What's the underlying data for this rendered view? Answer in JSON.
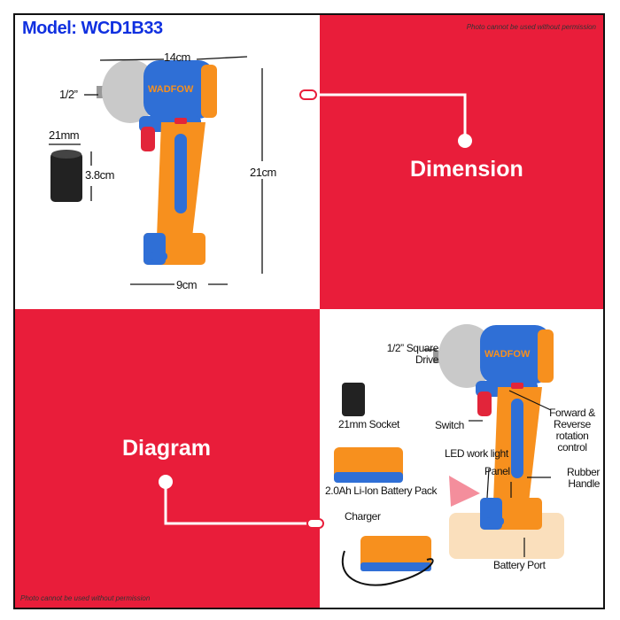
{
  "model_title": "Model: WCD1B33",
  "permission_notice": "Photo cannot be used without permission",
  "dimension": {
    "heading": "Dimension",
    "length": "14cm",
    "height": "21cm",
    "base_width": "9cm",
    "drive_size": "1/2”",
    "socket_width": "21mm",
    "socket_height": "3.8cm"
  },
  "diagram": {
    "heading": "Diagram",
    "labels": {
      "square_drive": "1/2” Square Drive",
      "switch": "Switch",
      "forward_reverse": "Forward & Reverse rotation control",
      "led": "LED work light",
      "panel": "Panel",
      "rubber_handle": "Rubber Handle",
      "battery_port": "Battery Port"
    },
    "accessories": [
      "21mm Socket",
      "2.0Ah Li-Ion Battery Pack",
      "Charger"
    ]
  },
  "brand": "WADFOW",
  "colors": {
    "red": "#e91d3a",
    "blue": "#1030e0",
    "tool_blue": "#2f6fd6",
    "tool_orange": "#f7901e"
  }
}
